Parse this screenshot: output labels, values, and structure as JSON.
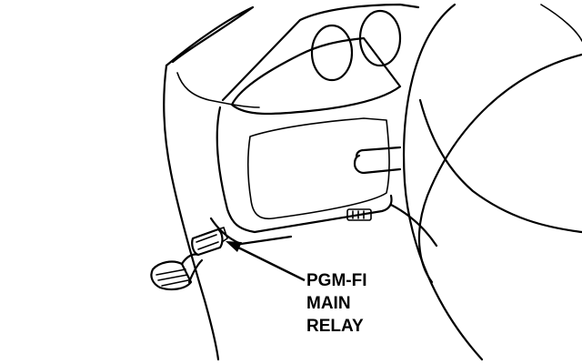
{
  "diagram": {
    "callout_lines": [
      "PGM-FI",
      "MAIN",
      "RELAY"
    ],
    "line_color": "#000000",
    "background": "#ffffff"
  }
}
